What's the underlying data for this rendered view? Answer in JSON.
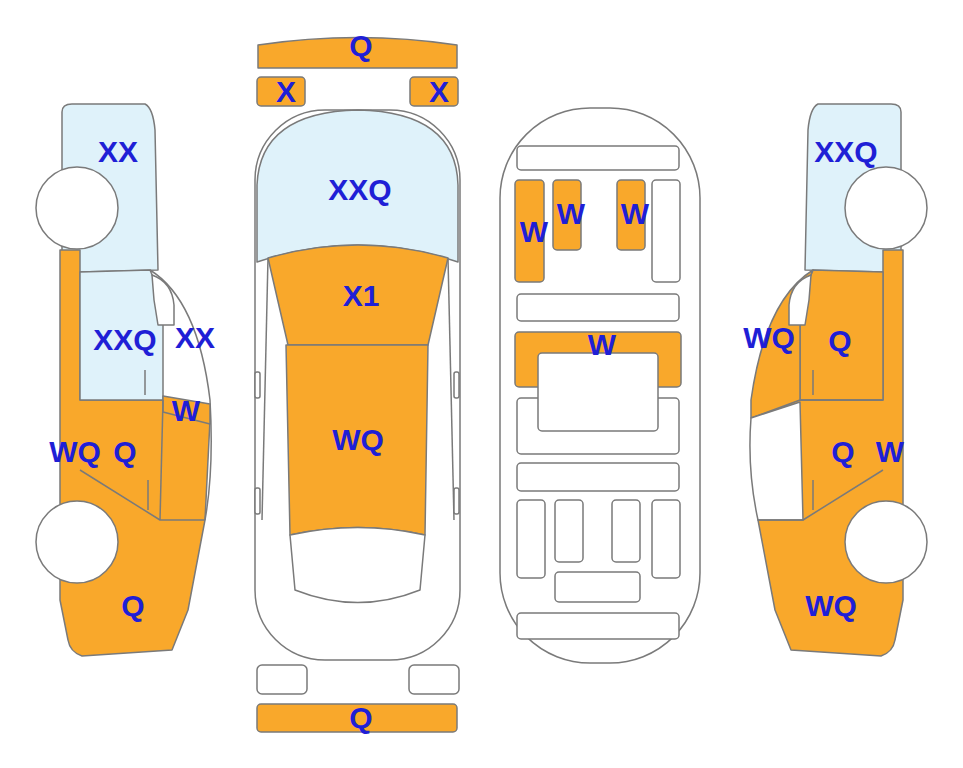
{
  "diagram": {
    "labels": [
      "Q",
      "X",
      "X",
      "XX",
      "XXQ",
      "XX",
      "W",
      "WQ",
      "Q",
      "Q",
      "XXQ",
      "X1",
      "WQ",
      "Q",
      "W",
      "W",
      "W",
      "W",
      "XXQ",
      "WQ",
      "Q",
      "Q",
      "W",
      "WQ"
    ]
  }
}
